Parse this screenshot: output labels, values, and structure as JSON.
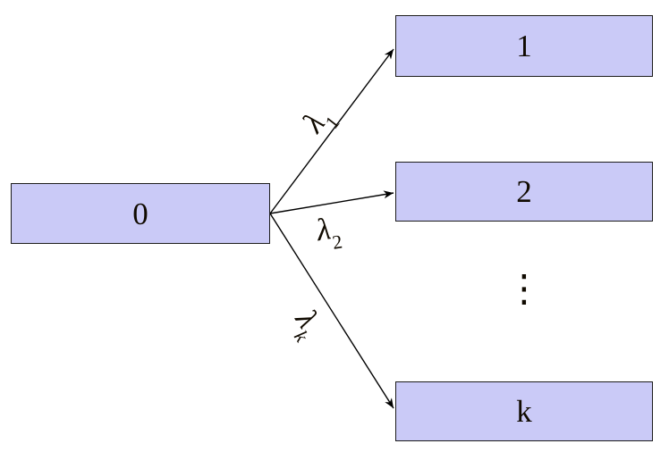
{
  "diagram": {
    "background_color": "#ffffff",
    "node_fill_color": "#cacaf7",
    "node_border_color": "#1c1c1c",
    "arrow_color": "#000000",
    "nodes": [
      {
        "id": "state-0",
        "label": "0"
      },
      {
        "id": "state-1",
        "label": "1"
      },
      {
        "id": "state-2",
        "label": "2"
      },
      {
        "id": "state-k",
        "label": "k"
      }
    ],
    "ellipsis": "⋮",
    "edges": [
      {
        "from": "0",
        "to": "1",
        "symbol": "λ",
        "subscript": "1"
      },
      {
        "from": "0",
        "to": "2",
        "symbol": "λ",
        "subscript": "2"
      },
      {
        "from": "0",
        "to": "k",
        "symbol": "λ",
        "subscript": "k"
      }
    ]
  }
}
